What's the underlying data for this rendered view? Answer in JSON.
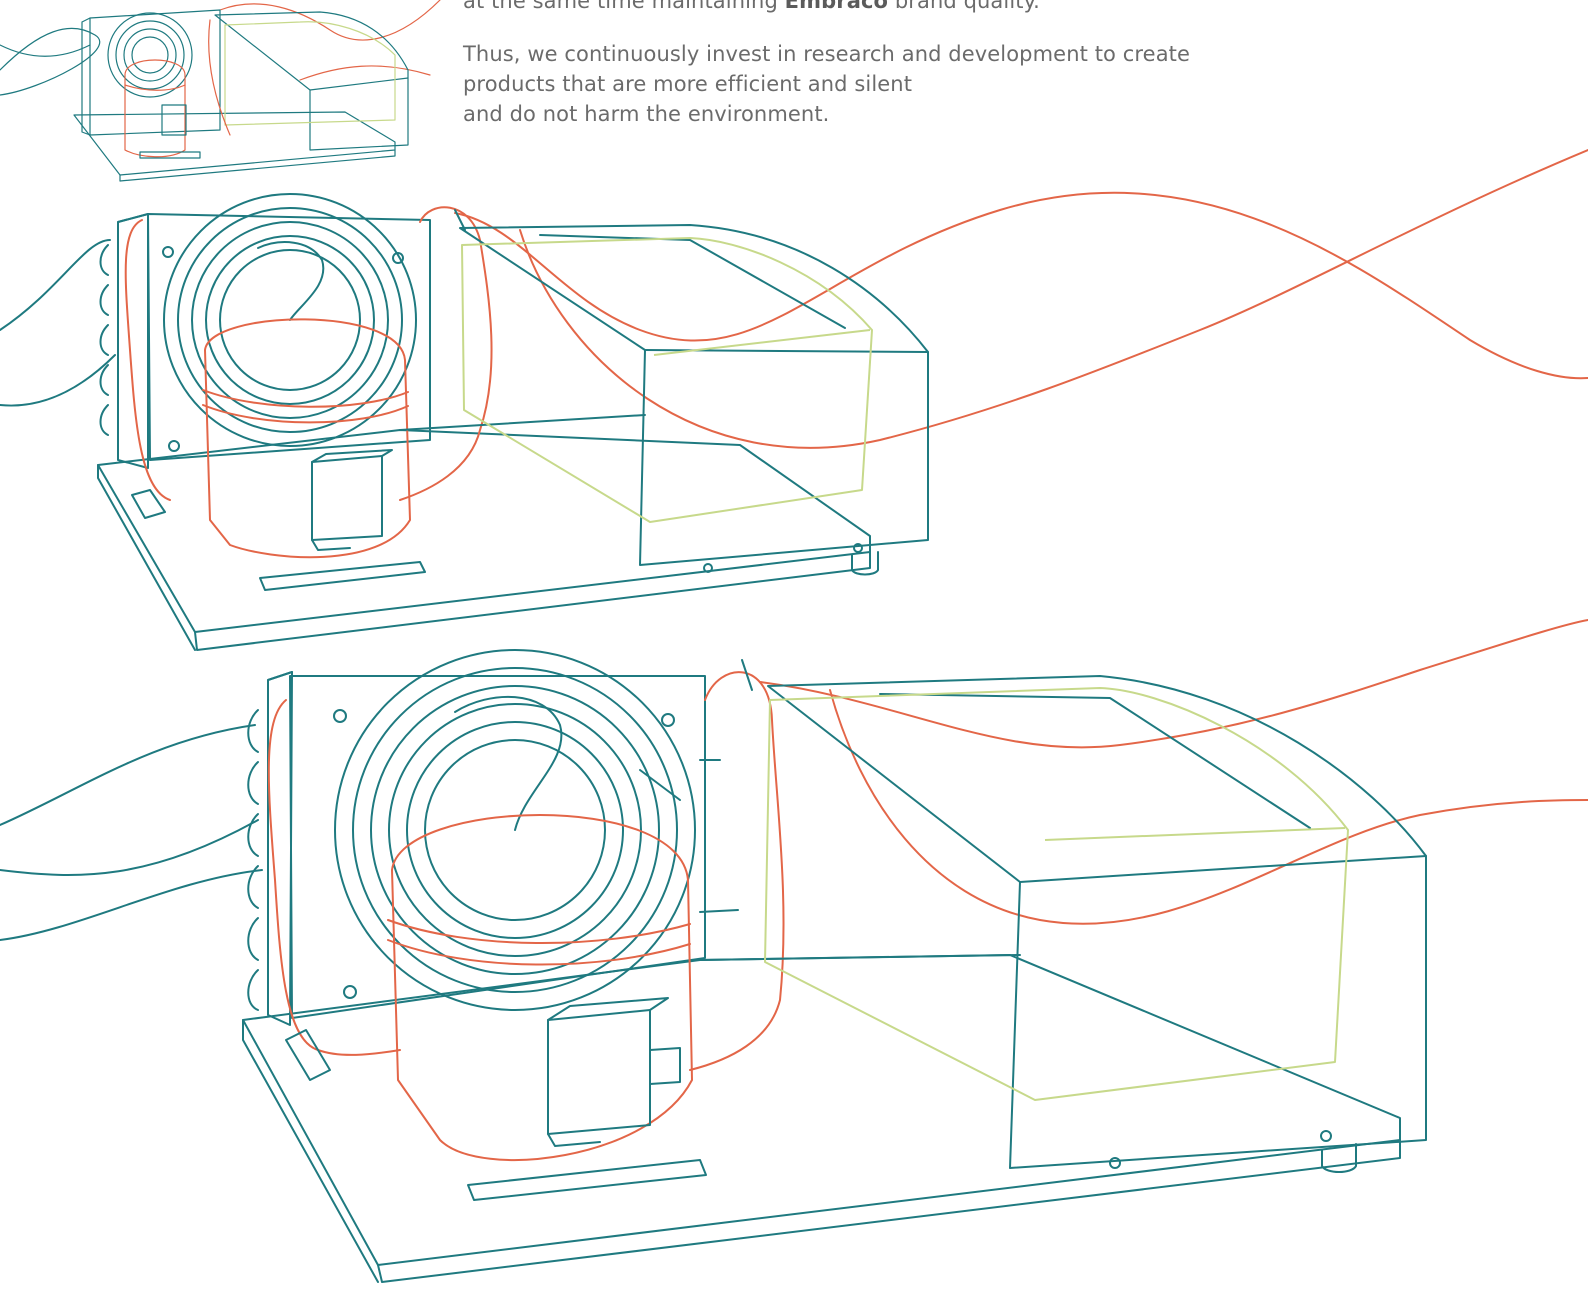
{
  "intro": {
    "line1_prefix": "at the same time maintaining",
    "line1_brand": "Embraco",
    "line1_suffix": "brand quality.",
    "para2_line1": "Thus, we continuously invest in research and development to create",
    "para2_line2": "products that are more efficient and silent",
    "para2_line3": "and do not harm the environment."
  },
  "colors": {
    "teal": "#1f7a80",
    "red": "#e36648",
    "lime": "#c7d98b",
    "text": "#6b6b6b"
  }
}
